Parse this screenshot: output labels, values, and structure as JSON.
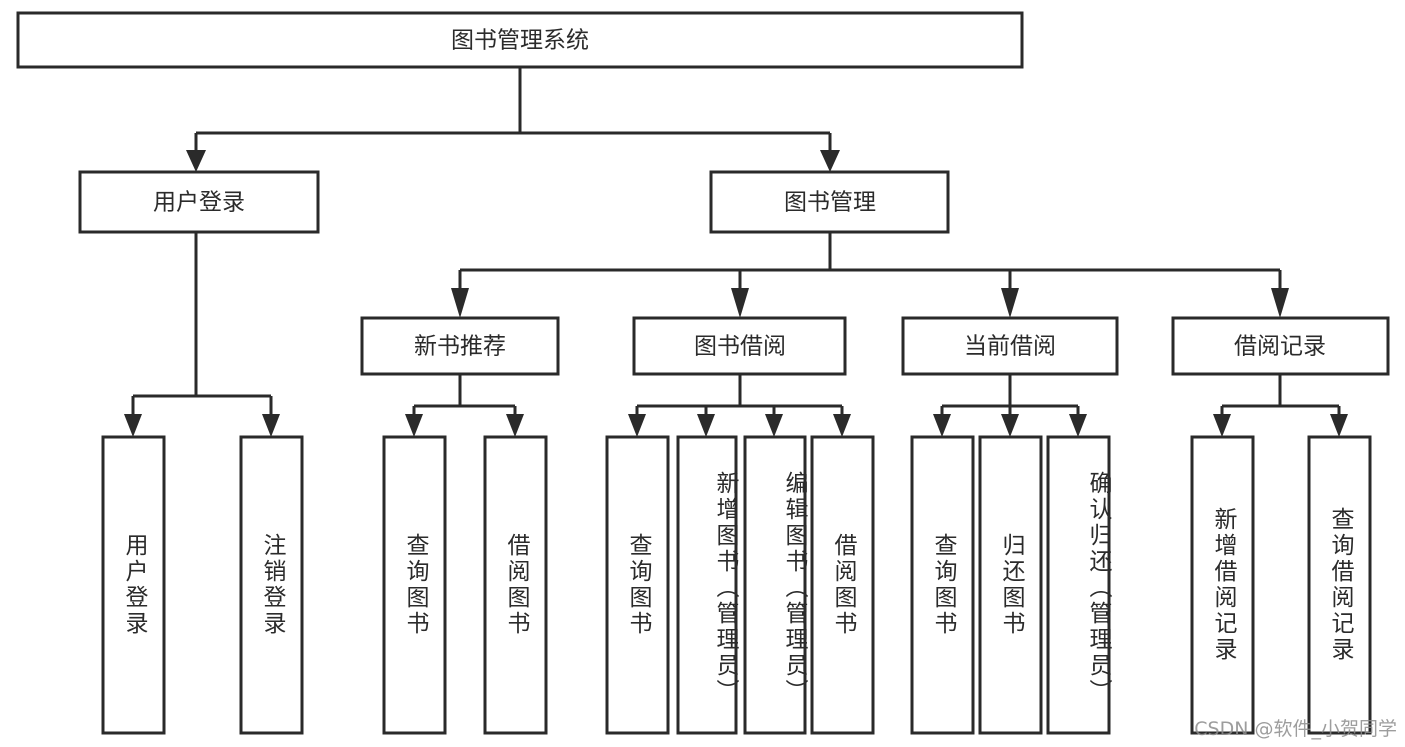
{
  "diagram": {
    "title": "图书管理系统",
    "type": "hierarchy-tree",
    "watermark": "CSDN @软件_小贺同学",
    "colors": {
      "stroke": "#2a2a2a",
      "fill": "#ffffff",
      "text": "#2b2b2b",
      "watermark": "#8d8d8d"
    },
    "levels": {
      "root": "图书管理系统",
      "level2": [
        "用户登录",
        "图书管理"
      ],
      "level3": [
        "新书推荐",
        "图书借阅",
        "当前借阅",
        "借阅记录"
      ],
      "leaves": [
        "用户登录",
        "注销登录",
        "查询图书",
        "借阅图书",
        "查询图书",
        "新增图书（管理员）",
        "编辑图书（管理员）",
        "借阅图书",
        "查询图书",
        "归还图书",
        "确认归还（管理员）",
        "新增借阅记录",
        "查询借阅记录"
      ]
    },
    "nodes": {
      "root": {
        "label": "图书管理系统"
      },
      "user_login": {
        "label": "用户登录"
      },
      "book_manage": {
        "label": "图书管理"
      },
      "new_book_rec": {
        "label": "新书推荐"
      },
      "book_borrow": {
        "label": "图书借阅"
      },
      "current_borrow": {
        "label": "当前借阅"
      },
      "borrow_record": {
        "label": "借阅记录"
      },
      "leaf_user_login": {
        "label": "用户登录"
      },
      "leaf_logout": {
        "label": "注销登录"
      },
      "leaf_query_book_1": {
        "label": "查询图书"
      },
      "leaf_borrow_book_1": {
        "label": "借阅图书"
      },
      "leaf_query_book_2": {
        "label": "查询图书"
      },
      "leaf_add_book": {
        "label": "新增图书（管理员）"
      },
      "leaf_edit_book": {
        "label": "编辑图书（管理员）"
      },
      "leaf_borrow_book_2": {
        "label": "借阅图书"
      },
      "leaf_query_book_3": {
        "label": "查询图书"
      },
      "leaf_return_book": {
        "label": "归还图书"
      },
      "leaf_confirm_return": {
        "label": "确认归还（管理员）"
      },
      "leaf_add_record": {
        "label": "新增借阅记录"
      },
      "leaf_query_record": {
        "label": "查询借阅记录"
      }
    }
  }
}
